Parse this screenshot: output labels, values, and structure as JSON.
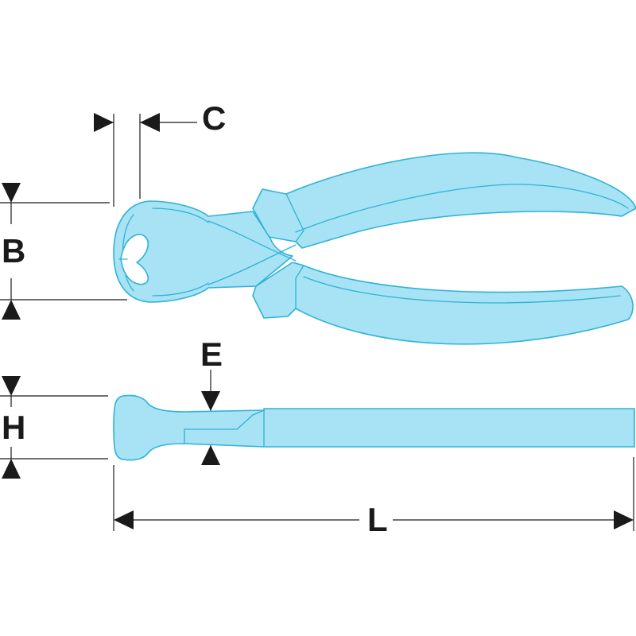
{
  "colors": {
    "tool_fill": "#a8e2f5",
    "tool_outline": "#2eb3d4",
    "dimension_ink": "#1a1a1a",
    "background": "#ffffff"
  },
  "dimensions": {
    "cutting_edge_width": {
      "label": "C"
    },
    "head_width": {
      "label": "B"
    },
    "jaw_thickness": {
      "label": "E"
    },
    "tool_height": {
      "label": "H"
    },
    "overall_length": {
      "label": "L"
    }
  },
  "views": {
    "top_view": {
      "icon": "end-cutting-pliers-top-view"
    },
    "side_view": {
      "icon": "end-cutting-pliers-side-view"
    }
  }
}
